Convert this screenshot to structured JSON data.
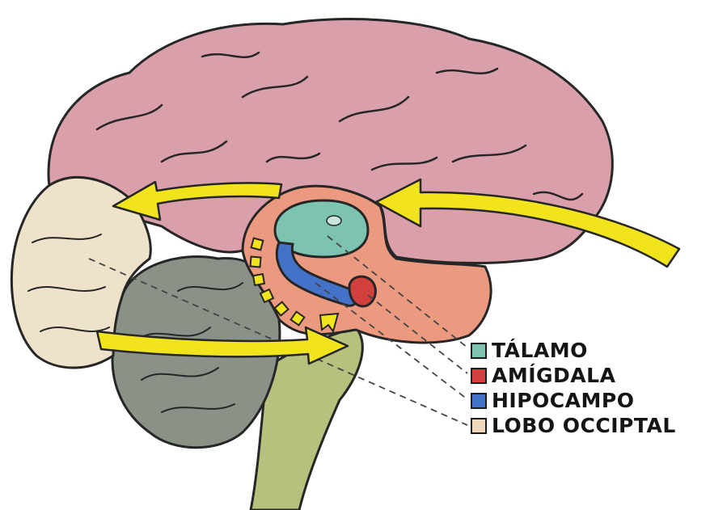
{
  "legend": {
    "items": [
      {
        "key": "thalamus",
        "label": "TÁLAMO",
        "color": "#7cc4b1"
      },
      {
        "key": "amygdala",
        "label": "AMÍGDALA",
        "color": "#d2403e"
      },
      {
        "key": "hippocampus",
        "label": "HIPOCAMPO",
        "color": "#4472c9"
      },
      {
        "key": "occipital",
        "label": "LOBO OCCIPTAL",
        "color": "#efd8bc"
      }
    ]
  },
  "colors": {
    "cerebrum": "#d9a0ac",
    "limbic_region": "#ec9a7f",
    "occipital_lobe": "#efe2cb",
    "cerebellum": "#8a9187",
    "brainstem": "#b7c07c",
    "arrows": "#f2e41c",
    "outline": "#262626"
  },
  "icons": [
    "yellow-flow-arrow",
    "dashed-yellow-arrow",
    "leader-line"
  ]
}
